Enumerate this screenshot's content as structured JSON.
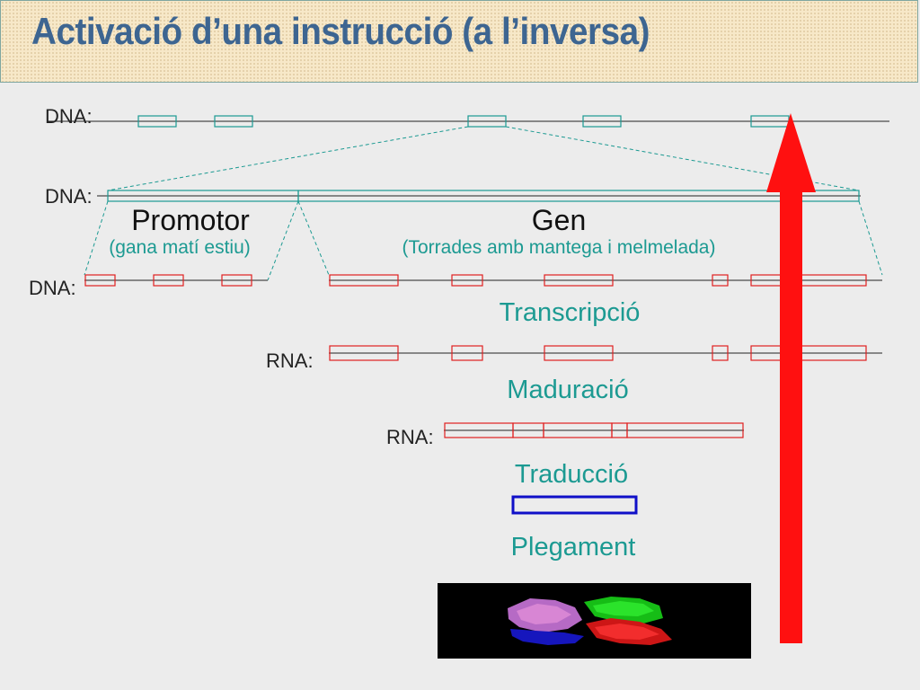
{
  "title": "Activació d’una instrucció (a l’inversa)",
  "labels": {
    "dna_1": "DNA:",
    "dna_2": "DNA:",
    "dna_3": "DNA:",
    "rna_1": "RNA:",
    "rna_2": "RNA:"
  },
  "regions": {
    "promotor": "Promotor",
    "promotor_note": "(gana matí estiu)",
    "gen": "Gen",
    "gen_note": "(Torrades amb mantega i melmelada)"
  },
  "steps": {
    "transcripcio": "Transcripció",
    "maduracio": "Maduració",
    "traduccio": "Traducció",
    "plegament": "Plegament"
  },
  "colors": {
    "teal": "#1c9a92",
    "red": "#e02020",
    "blue": "#1010c8",
    "arrow": "#ff1010",
    "title": "#3d6591"
  },
  "icons": {
    "arrow": "up-arrow-icon",
    "protein": "protein-structure-image"
  }
}
